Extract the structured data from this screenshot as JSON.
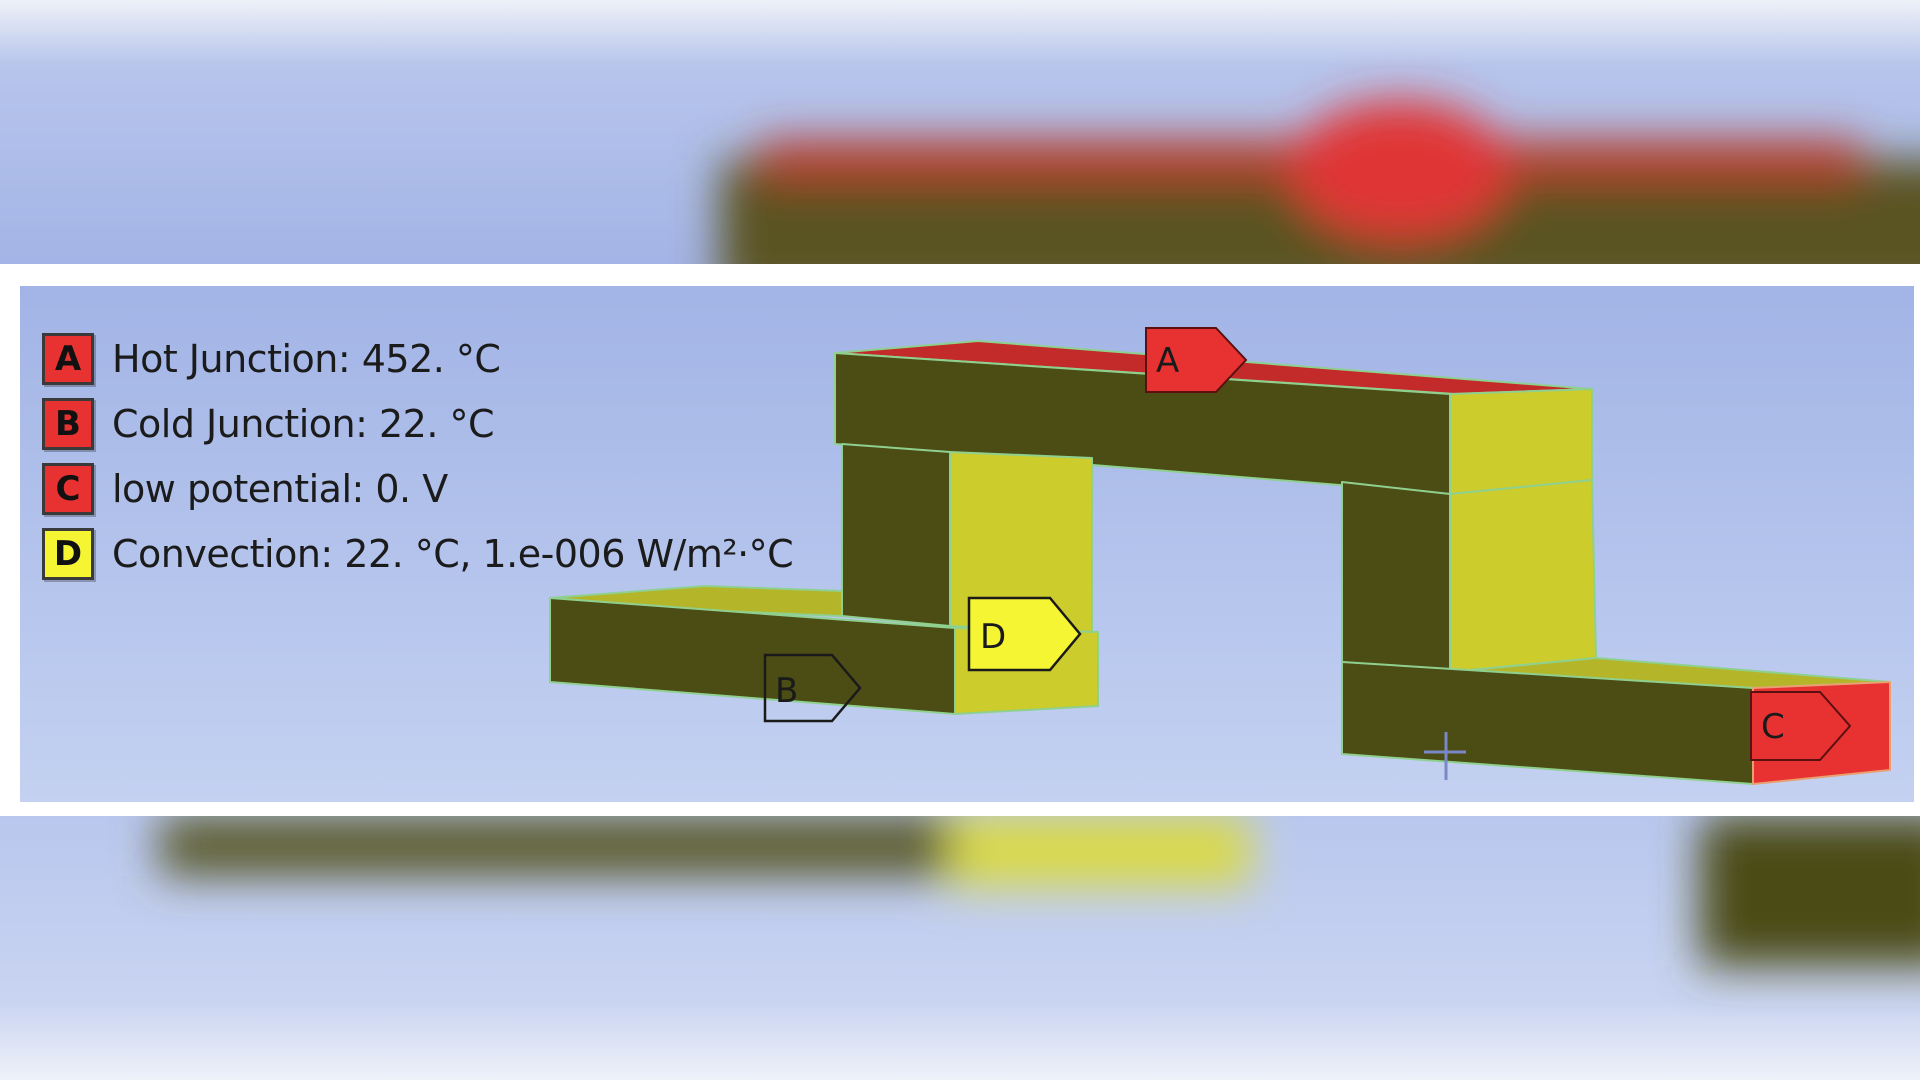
{
  "colors": {
    "red": "#e83232",
    "yellow": "#f5f533",
    "dark_olive": "#4c4c15",
    "light_olive": "#cccc2c",
    "background_top": "#a2b4e6",
    "background_bottom": "#c4d1f1"
  },
  "legend": [
    {
      "letter": "A",
      "text": "Hot Junction: 452. °C",
      "color": "#e83232"
    },
    {
      "letter": "B",
      "text": "Cold Junction: 22. °C",
      "color": "#e83232"
    },
    {
      "letter": "C",
      "text": "low potential: 0. V",
      "color": "#e83232"
    },
    {
      "letter": "D",
      "text": "Convection: 22. °C, 1.e-006 W/m²·°C",
      "color": "#f5f533"
    }
  ],
  "tags": {
    "a": "A",
    "b": "B",
    "c": "C",
    "d": "D"
  }
}
